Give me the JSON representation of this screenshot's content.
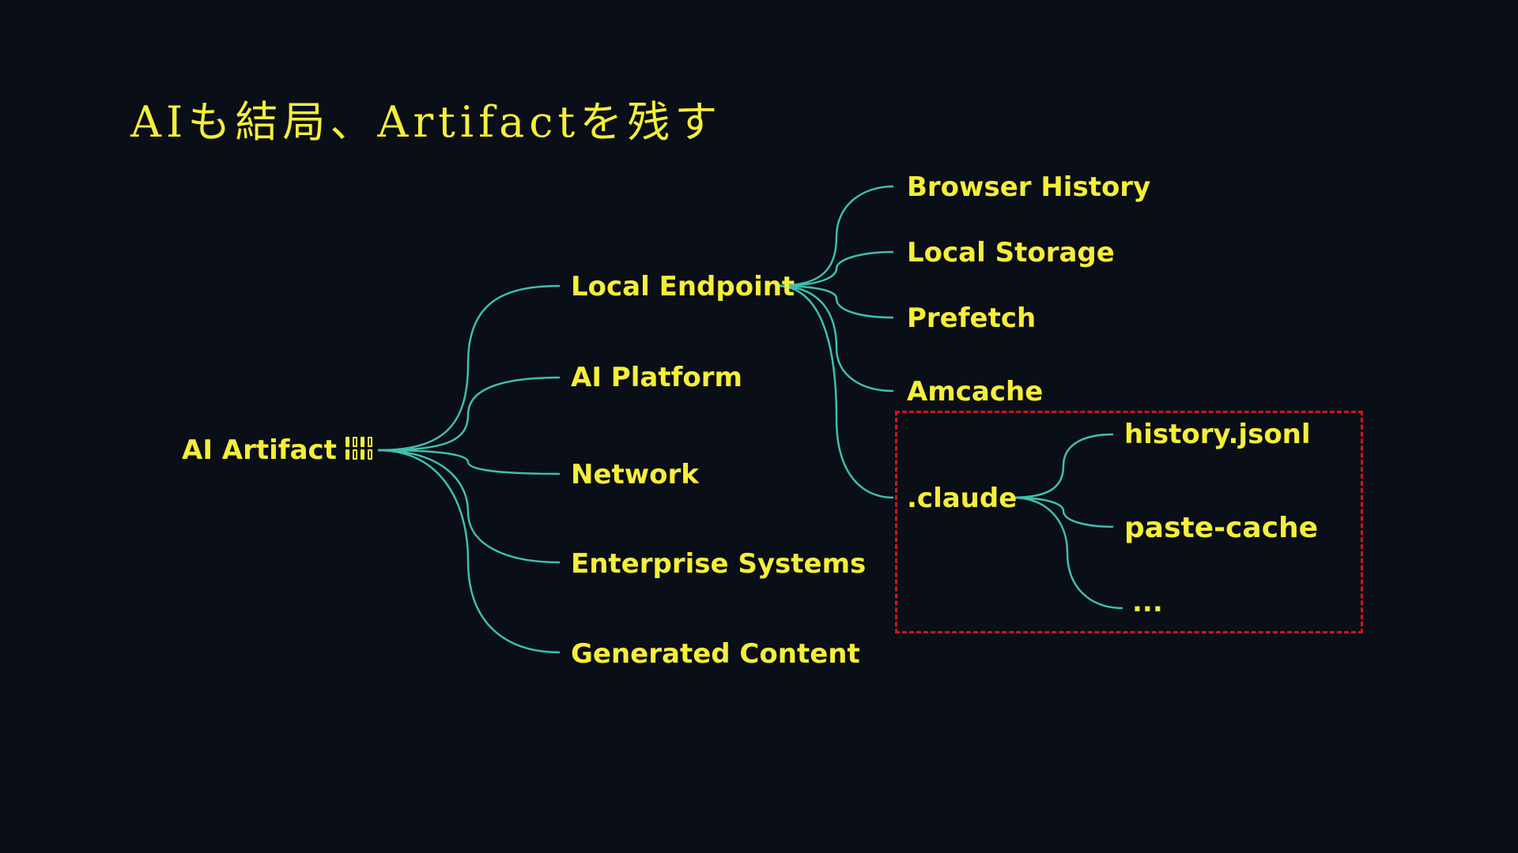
{
  "title": "AIも結局、Artifactを残す",
  "colors": {
    "background": "#0a0e17",
    "text": "#f5ee3a",
    "connector": "#3fbfae",
    "highlight": "#d1141c"
  },
  "tree": {
    "root": {
      "label": "AI Artifact",
      "icon": "binary-code-icon"
    },
    "level1": [
      {
        "label": "Local Endpoint"
      },
      {
        "label": "AI Platform"
      },
      {
        "label": "Network"
      },
      {
        "label": "Enterprise Systems"
      },
      {
        "label": "Generated Content"
      }
    ],
    "local_endpoint_children": [
      {
        "label": "Browser History"
      },
      {
        "label": "Local Storage"
      },
      {
        "label": "Prefetch"
      },
      {
        "label": "Amcache"
      },
      {
        "label": ".claude"
      }
    ],
    "claude_children": [
      {
        "label": "history.jsonl"
      },
      {
        "label": "paste-cache"
      },
      {
        "label": "..."
      }
    ]
  }
}
